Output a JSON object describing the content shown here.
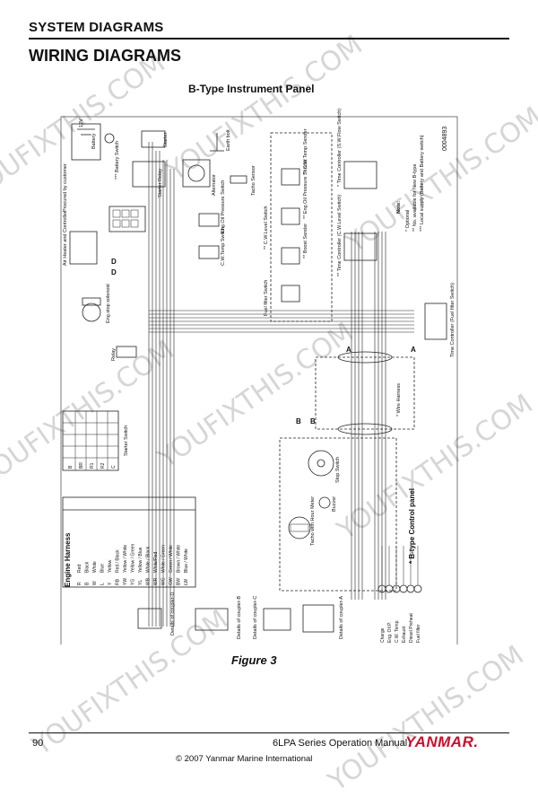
{
  "header": {
    "section_title": "SYSTEM DIAGRAMS",
    "page_heading": "WIRING DIAGRAMS"
  },
  "diagram": {
    "caption": "B-Type Instrument Panel",
    "code": "0004893",
    "figure_label": "Figure 3",
    "labels": {
      "battery": "Battery",
      "battery_v": "12V",
      "battery_switch": "*** Battery Switch",
      "starter": "Starter",
      "starter_relay": "Starter Relay",
      "earth_bolt": "Earth bolt",
      "alternator": "Alternator",
      "tacho_sensor": "Tacho Sensor",
      "oil_pressure": "Eng.Oil Pressure Switch",
      "cw_temp": "C.W.Temp Switch",
      "eng_stop": "Eng.stop solenoid",
      "relay": "Relay",
      "air_heater": "Air Heater and Controller",
      "cw_level": "** C.W.Level Switch",
      "fuel_filter": "Fuel filter Switch",
      "cw_temp_sender": "** C.W.Temp Sender",
      "eng_oil_sender": "** Eng.Oil Pressure Sender",
      "boost_sender": "** Boost Sender",
      "time_ctrl_flow": "* Time Controller (S.W.Flow Switch)",
      "time_ctrl_level": "** Time Controller (C.W.Level Switch)",
      "time_ctrl_fuel": "Time Controller (Fuel filter Switch)",
      "note_title": "Note:",
      "note_optional": "* Optional",
      "note_not_available": "** No. available for New B-type",
      "note_local_supply": "*** Local supply (Battery and Battery switch)",
      "prov_customer": "Procured by customer",
      "wire_harness": "* Wire Harness",
      "control_panel": "* B-type Control panel",
      "engine_harness": "Engine Harness",
      "starter_switch": "Starter Switch",
      "details_d": "Details of coupler-D",
      "details_b": "Details of coupler-B",
      "details_c": "Details of coupler-C",
      "details_a": "Details of coupler-A",
      "buzzer": "Buzzer",
      "tacho_hour": "Tacho with Hour Meter",
      "stop_button": "Stop Switch",
      "pa": "A",
      "pb": "B",
      "pd": "D"
    },
    "lamp_labels": [
      "Charge",
      "Eng. Oil P.",
      "C.W. Temp.",
      "Exhaust",
      "Diesel Preheat",
      "Fuel filter"
    ],
    "harness_colors": [
      [
        "R",
        "Red"
      ],
      [
        "B",
        "Black"
      ],
      [
        "W",
        "White"
      ],
      [
        "L",
        "Blue"
      ],
      [
        "Y",
        "Yellow"
      ],
      [
        "RB",
        "Red / Black"
      ],
      [
        "YW",
        "Yellow / White"
      ],
      [
        "YG",
        "Yellow / Green"
      ],
      [
        "YL",
        "Yellow / Blue"
      ],
      [
        "WB",
        "White / Black"
      ],
      [
        "WR",
        "White/Red"
      ],
      [
        "WG",
        "White / Green"
      ],
      [
        "GW",
        "Green / White"
      ],
      [
        "BW",
        "Brown / White"
      ],
      [
        "LW",
        "Blue / White"
      ]
    ],
    "switch_positions": [
      "B",
      "BR",
      "R1",
      "R2",
      "C"
    ]
  },
  "footer": {
    "page_number": "90",
    "manual_title": "6LPA Series Operation Manual",
    "brand": "YANMAR.",
    "copyright": "© 2007 Yanmar Marine International"
  },
  "watermark_text": "YOUFIXTHIS.COM",
  "colors": {
    "brand_red": "#c8102e",
    "ink": "#111111",
    "watermark": "#d6d6d6"
  }
}
